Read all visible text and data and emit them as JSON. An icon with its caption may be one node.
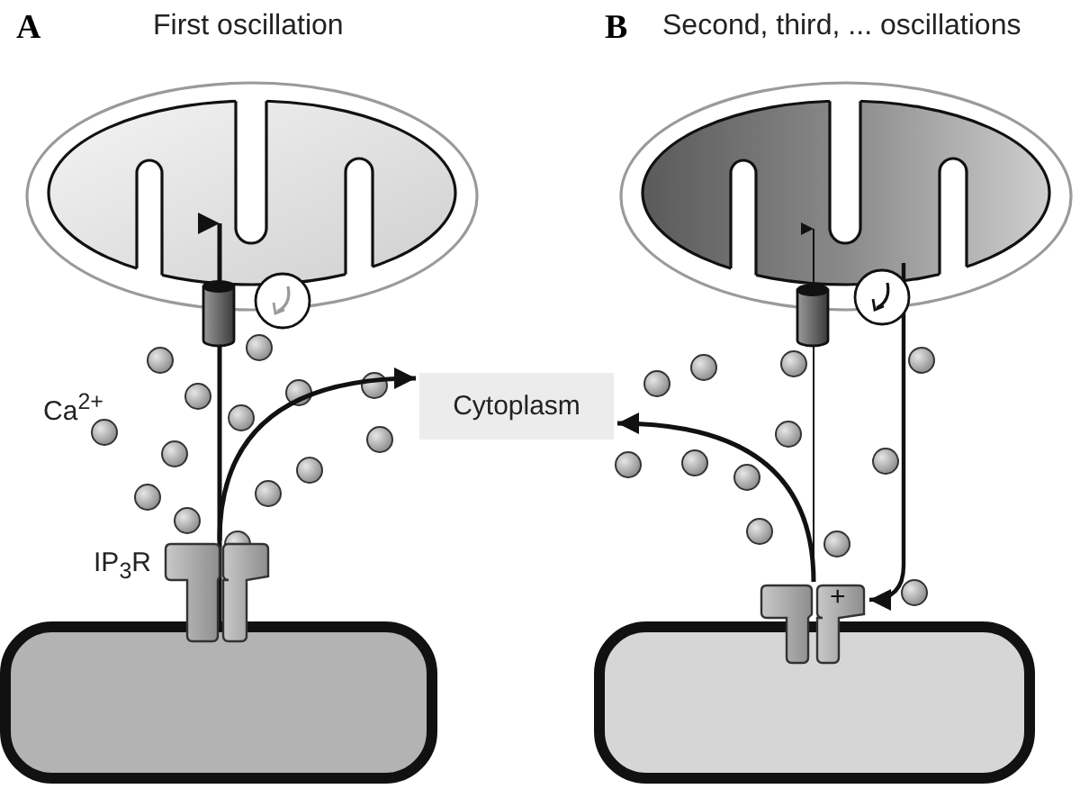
{
  "diagram": {
    "nodes": [
      {
        "text": [],
        "shape": "ellipse"
      },
      {
        "text": [],
        "shape": "cylinder"
      },
      {
        "text": [],
        "shape": "circle"
      },
      {
        "text": [],
        "shape": "picture",
        "beside": [
          "IP$_{3}$R"
        ]
      },
      {
        "text": [],
        "shape": "box"
      },
      {
        "text": [
          "Cytoplasm"
        ]
      },
      {
        "text": [],
        "shape": "ellipse"
      },
      {
        "text": [],
        "shape": "cylinder"
      },
      {
        "text": [],
        "shape": "circle"
      },
      {
        "text": [
          "+"
        ]
      },
      {
        "text": [],
        "shape": "box"
      }
    ],
    "edges": [
      {
        "from": 4,
        "to": 1,
        "arrow": "none"
      },
      {
        "from": 1,
        "to": 0,
        "arrow": "to"
      },
      {
        "from": 3,
        "to": 5,
        "arrow": "to"
      },
      {
        "from": 9,
        "to": 7,
        "arrow": "none"
      },
      {
        "from": 7,
        "to": 6,
        "arrow": "to"
      },
      {
        "from": 9,
        "to": 5,
        "arrow": "to"
      },
      {
        "from": 6,
        "to": 9,
        "arrow": "to"
      }
    ],
    "labels": [
      "A",
      "First oscillation",
      "B",
      "Second, third, ... oscillations",
      "Ca$^{2+}$"
    ]
  }
}
